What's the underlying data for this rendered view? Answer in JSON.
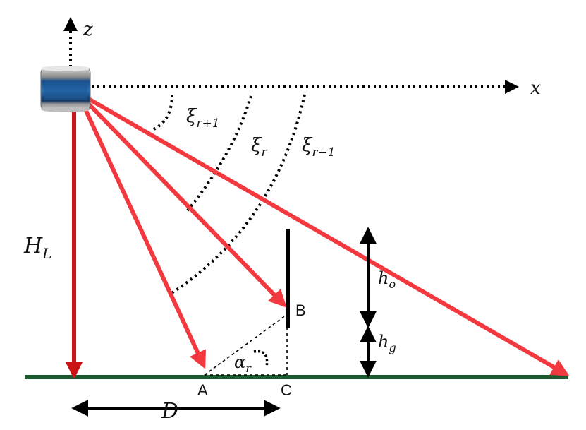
{
  "axes": {
    "z": "z",
    "x": "x"
  },
  "angles": {
    "xi_r_plus_1": {
      "base": "ξ",
      "sub": "r+1"
    },
    "xi_r": {
      "base": "ξ",
      "sub": "r"
    },
    "xi_r_minus_1": {
      "base": "ξ",
      "sub": "r−1"
    },
    "alpha_r": {
      "base": "α",
      "sub": "r"
    }
  },
  "dimensions": {
    "lidar_height": {
      "base": "H",
      "sub": "L"
    },
    "obstacle_height": {
      "base": "h",
      "sub": "o"
    },
    "gap_height": {
      "base": "h",
      "sub": "g"
    },
    "distance": "D"
  },
  "points": {
    "a": "A",
    "b": "B",
    "c": "C"
  },
  "colors": {
    "ray": "#f2393f",
    "height_arrow": "#cc1414",
    "ground": "#1a5c2e",
    "ink": "#000000"
  }
}
